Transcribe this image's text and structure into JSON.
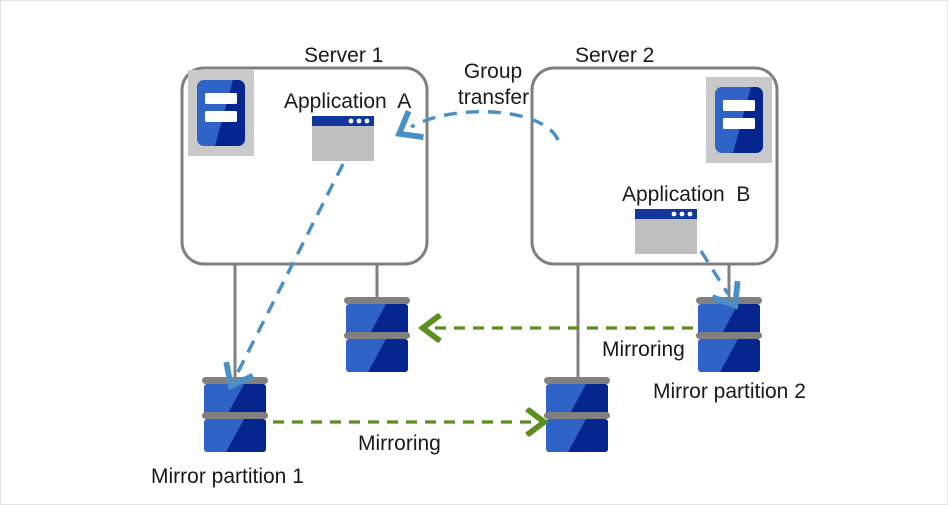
{
  "diagram": {
    "title_server1": "Server 1",
    "title_server2": "Server 2",
    "app_a": "Application  A",
    "app_b": "Application  B",
    "group_transfer_line1": "Group",
    "group_transfer_line2": "transfer",
    "mirroring_top": "Mirroring",
    "mirroring_bottom": "Mirroring",
    "mirror_partition_1": "Mirror partition 1",
    "mirror_partition_2": "Mirror partition 2"
  },
  "colors": {
    "box_border": "#808080",
    "connector_line": "#808080",
    "blue_arrow": "#4a90c8",
    "green_arrow": "#5a8f1e",
    "disk_blue_light": "#2f63c8",
    "disk_blue_dark": "#06268f",
    "disk_cap_gray": "#808080",
    "server_icon_frame": "#c9c9c9",
    "server_icon_blue": "#2f63c8",
    "server_icon_blue_dark": "#06268f",
    "window_titlebar": "#11369e",
    "window_body": "#bfbfbf",
    "text": "#1a1a1a",
    "page_border": "#e3e3e3"
  },
  "icons": {
    "server_1": "server-icon",
    "server_2": "server-icon",
    "app_window_a": "application-window-icon",
    "app_window_b": "application-window-icon",
    "disk_mirror_1": "disk-stack-icon",
    "disk_mirror_1b": "disk-stack-icon",
    "disk_mirror_2": "disk-stack-icon",
    "disk_mirror_2b": "disk-stack-icon"
  }
}
